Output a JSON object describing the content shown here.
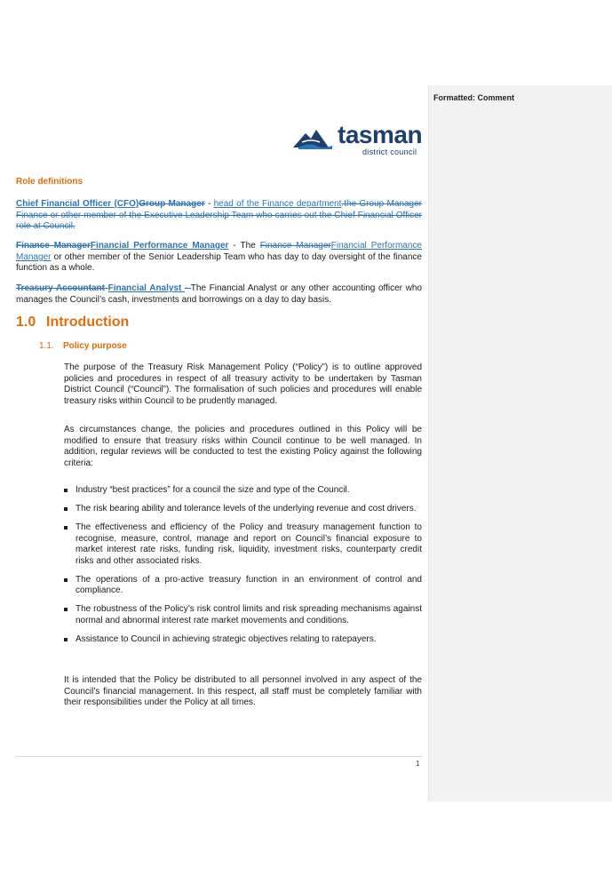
{
  "logo": {
    "wordmark": "tasman",
    "subtitle": "district council",
    "colors": {
      "navy": "#1d3f6e",
      "accent": "#e36c0a"
    }
  },
  "comments_pane": {
    "header": "Formatted: Comment"
  },
  "role_definitions": {
    "heading": "Role definitions",
    "cfo": {
      "inserted_title": "Chief Financial Officer (CFO)",
      "deleted_title": "Group Manager",
      "dash": " - ",
      "inserted_text": "head of the Finance department",
      "deleted_text": ".the Group Manager Finance or other member of the Executive Leadership Team who carries out the Chief Financial Officer role at Council."
    },
    "fpm": {
      "deleted_title": "Finance Manager",
      "inserted_title": "Financial Performance Manager",
      "mid": " - The ",
      "deleted_ref": "Finance Manager",
      "inserted_ref": "Financial Performance Manager",
      "rest": " or other member of the Senior Leadership Team who has day to day oversight of the finance function as a whole."
    },
    "fa": {
      "deleted_title": "Treasury Accountant ",
      "inserted_title": "Financial Analyst ",
      "deleted_dash": "- ",
      "rest": "The Financial Analyst or any other accounting officer who manages the Council’s cash, investments and borrowings on a day to day basis."
    }
  },
  "section": {
    "number": "1.0",
    "title": "Introduction"
  },
  "subsection": {
    "number": "1.1.",
    "title": "Policy purpose"
  },
  "paragraphs": [
    "The purpose of the Treasury Risk Management Policy (“Policy”) is to outline approved policies and procedures in respect of all treasury activity to be undertaken by Tasman District Council (“Council”). The formalisation of such policies and procedures will enable treasury risks within Council to be prudently managed.",
    "As circumstances change, the policies and procedures outlined in this Policy will be modified to ensure that treasury risks within Council continue to be well managed. In addition, regular reviews will be conducted to test the existing Policy against the following criteria:",
    "It is intended that the Policy be distributed to all personnel involved in any aspect of the Council’s financial management. In this respect, all staff must be completely familiar with their responsibilities under the Policy at all times."
  ],
  "bullets": [
    "Industry “best practices” for a council the size and type of the Council.",
    "The risk bearing ability and tolerance levels of the underlying revenue and cost drivers.",
    "The effectiveness and efficiency of the Policy and treasury management function to recognise, measure, control, manage and report on Council’s financial exposure to market interest rate risks, funding risk, liquidity, investment risks, counterparty credit risks and other associated risks.",
    "The operations of a pro-active treasury function in an environment of control and compliance.",
    "The robustness of the Policy’s risk control limits and risk spreading mechanisms against normal and abnormal interest rate market movements and conditions.",
    "Assistance to Council in achieving strategic objectives relating to ratepayers."
  ],
  "footer": {
    "page_number": "1"
  }
}
